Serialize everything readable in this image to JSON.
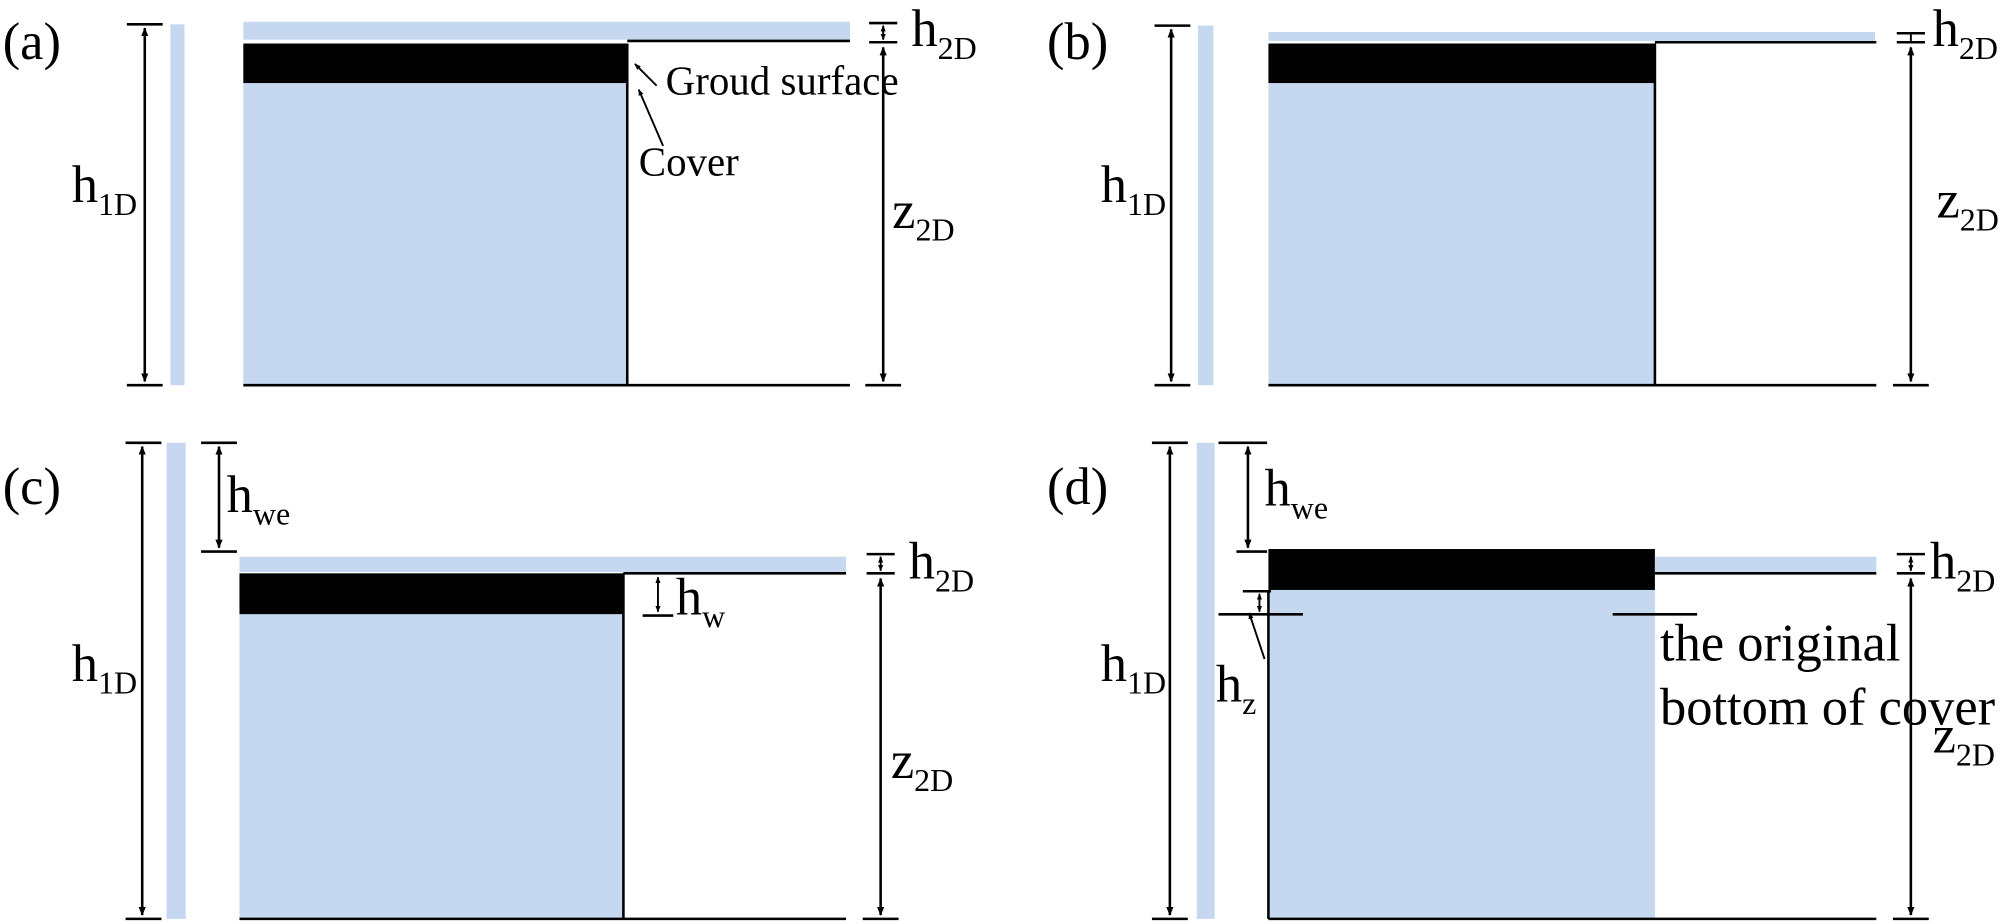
{
  "colors": {
    "water": "#c5d8ef",
    "cover": "#000000",
    "line": "#000000"
  },
  "panels": {
    "a": {
      "tag": "(a)",
      "h1": {
        "base": "h",
        "sub": "1D"
      },
      "h2": {
        "base": "h",
        "sub": "2D"
      },
      "z2": {
        "base": "z",
        "sub": "2D"
      },
      "ground_label": "Groud surface",
      "cover_label": "Cover"
    },
    "b": {
      "tag": "(b)",
      "h1": {
        "base": "h",
        "sub": "1D"
      },
      "h2": {
        "base": "h",
        "sub": "2D"
      },
      "z2": {
        "base": "z",
        "sub": "2D"
      }
    },
    "c": {
      "tag": "(c)",
      "h1": {
        "base": "h",
        "sub": "1D"
      },
      "hwe": {
        "base": "h",
        "sub": "we"
      },
      "h2": {
        "base": "h",
        "sub": "2D"
      },
      "hw": {
        "base": "h",
        "sub": "w"
      },
      "z2": {
        "base": "z",
        "sub": "2D"
      }
    },
    "d": {
      "tag": "(d)",
      "h1": {
        "base": "h",
        "sub": "1D"
      },
      "hwe": {
        "base": "h",
        "sub": "we"
      },
      "h2": {
        "base": "h",
        "sub": "2D"
      },
      "hz": {
        "base": "h",
        "sub": "z"
      },
      "z2": {
        "base": "z",
        "sub": "2D"
      },
      "note_line1": "the original",
      "note_line2": "bottom of cover"
    }
  }
}
